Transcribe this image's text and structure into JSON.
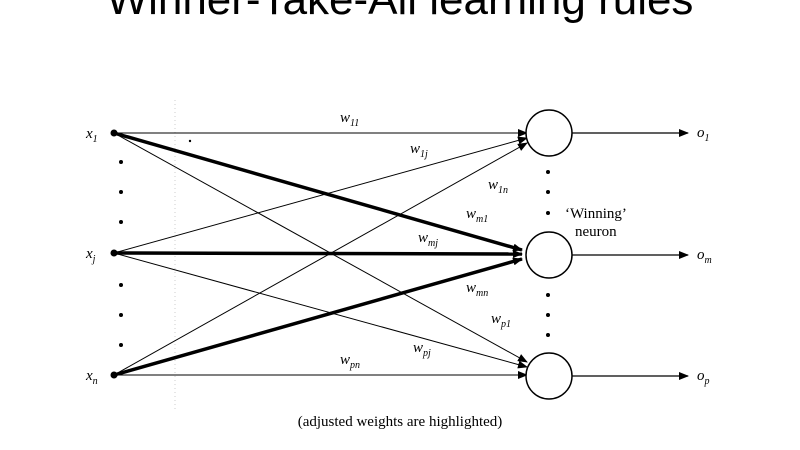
{
  "title": "Winner-Take-All learning rules",
  "inputs": [
    {
      "base": "x",
      "sub": "1"
    },
    {
      "base": "x",
      "sub": "j"
    },
    {
      "base": "x",
      "sub": "n"
    }
  ],
  "outputs": [
    {
      "base": "o",
      "sub": "1"
    },
    {
      "base": "o",
      "sub": "m"
    },
    {
      "base": "o",
      "sub": "p"
    }
  ],
  "weights": [
    {
      "base": "w",
      "sub": "11"
    },
    {
      "base": "w",
      "sub": "1j"
    },
    {
      "base": "w",
      "sub": "1n"
    },
    {
      "base": "w",
      "sub": "m1"
    },
    {
      "base": "w",
      "sub": "mj"
    },
    {
      "base": "w",
      "sub": "mn"
    },
    {
      "base": "w",
      "sub": "p1"
    },
    {
      "base": "w",
      "sub": "pj"
    },
    {
      "base": "w",
      "sub": "pn"
    }
  ],
  "winning_label": {
    "line1": "‘Winning’",
    "line2": "neuron"
  },
  "caption": "(adjusted weights are highlighted)",
  "colors": {
    "ink": "#000000",
    "background": "#ffffff",
    "guide": "#cccccc"
  }
}
